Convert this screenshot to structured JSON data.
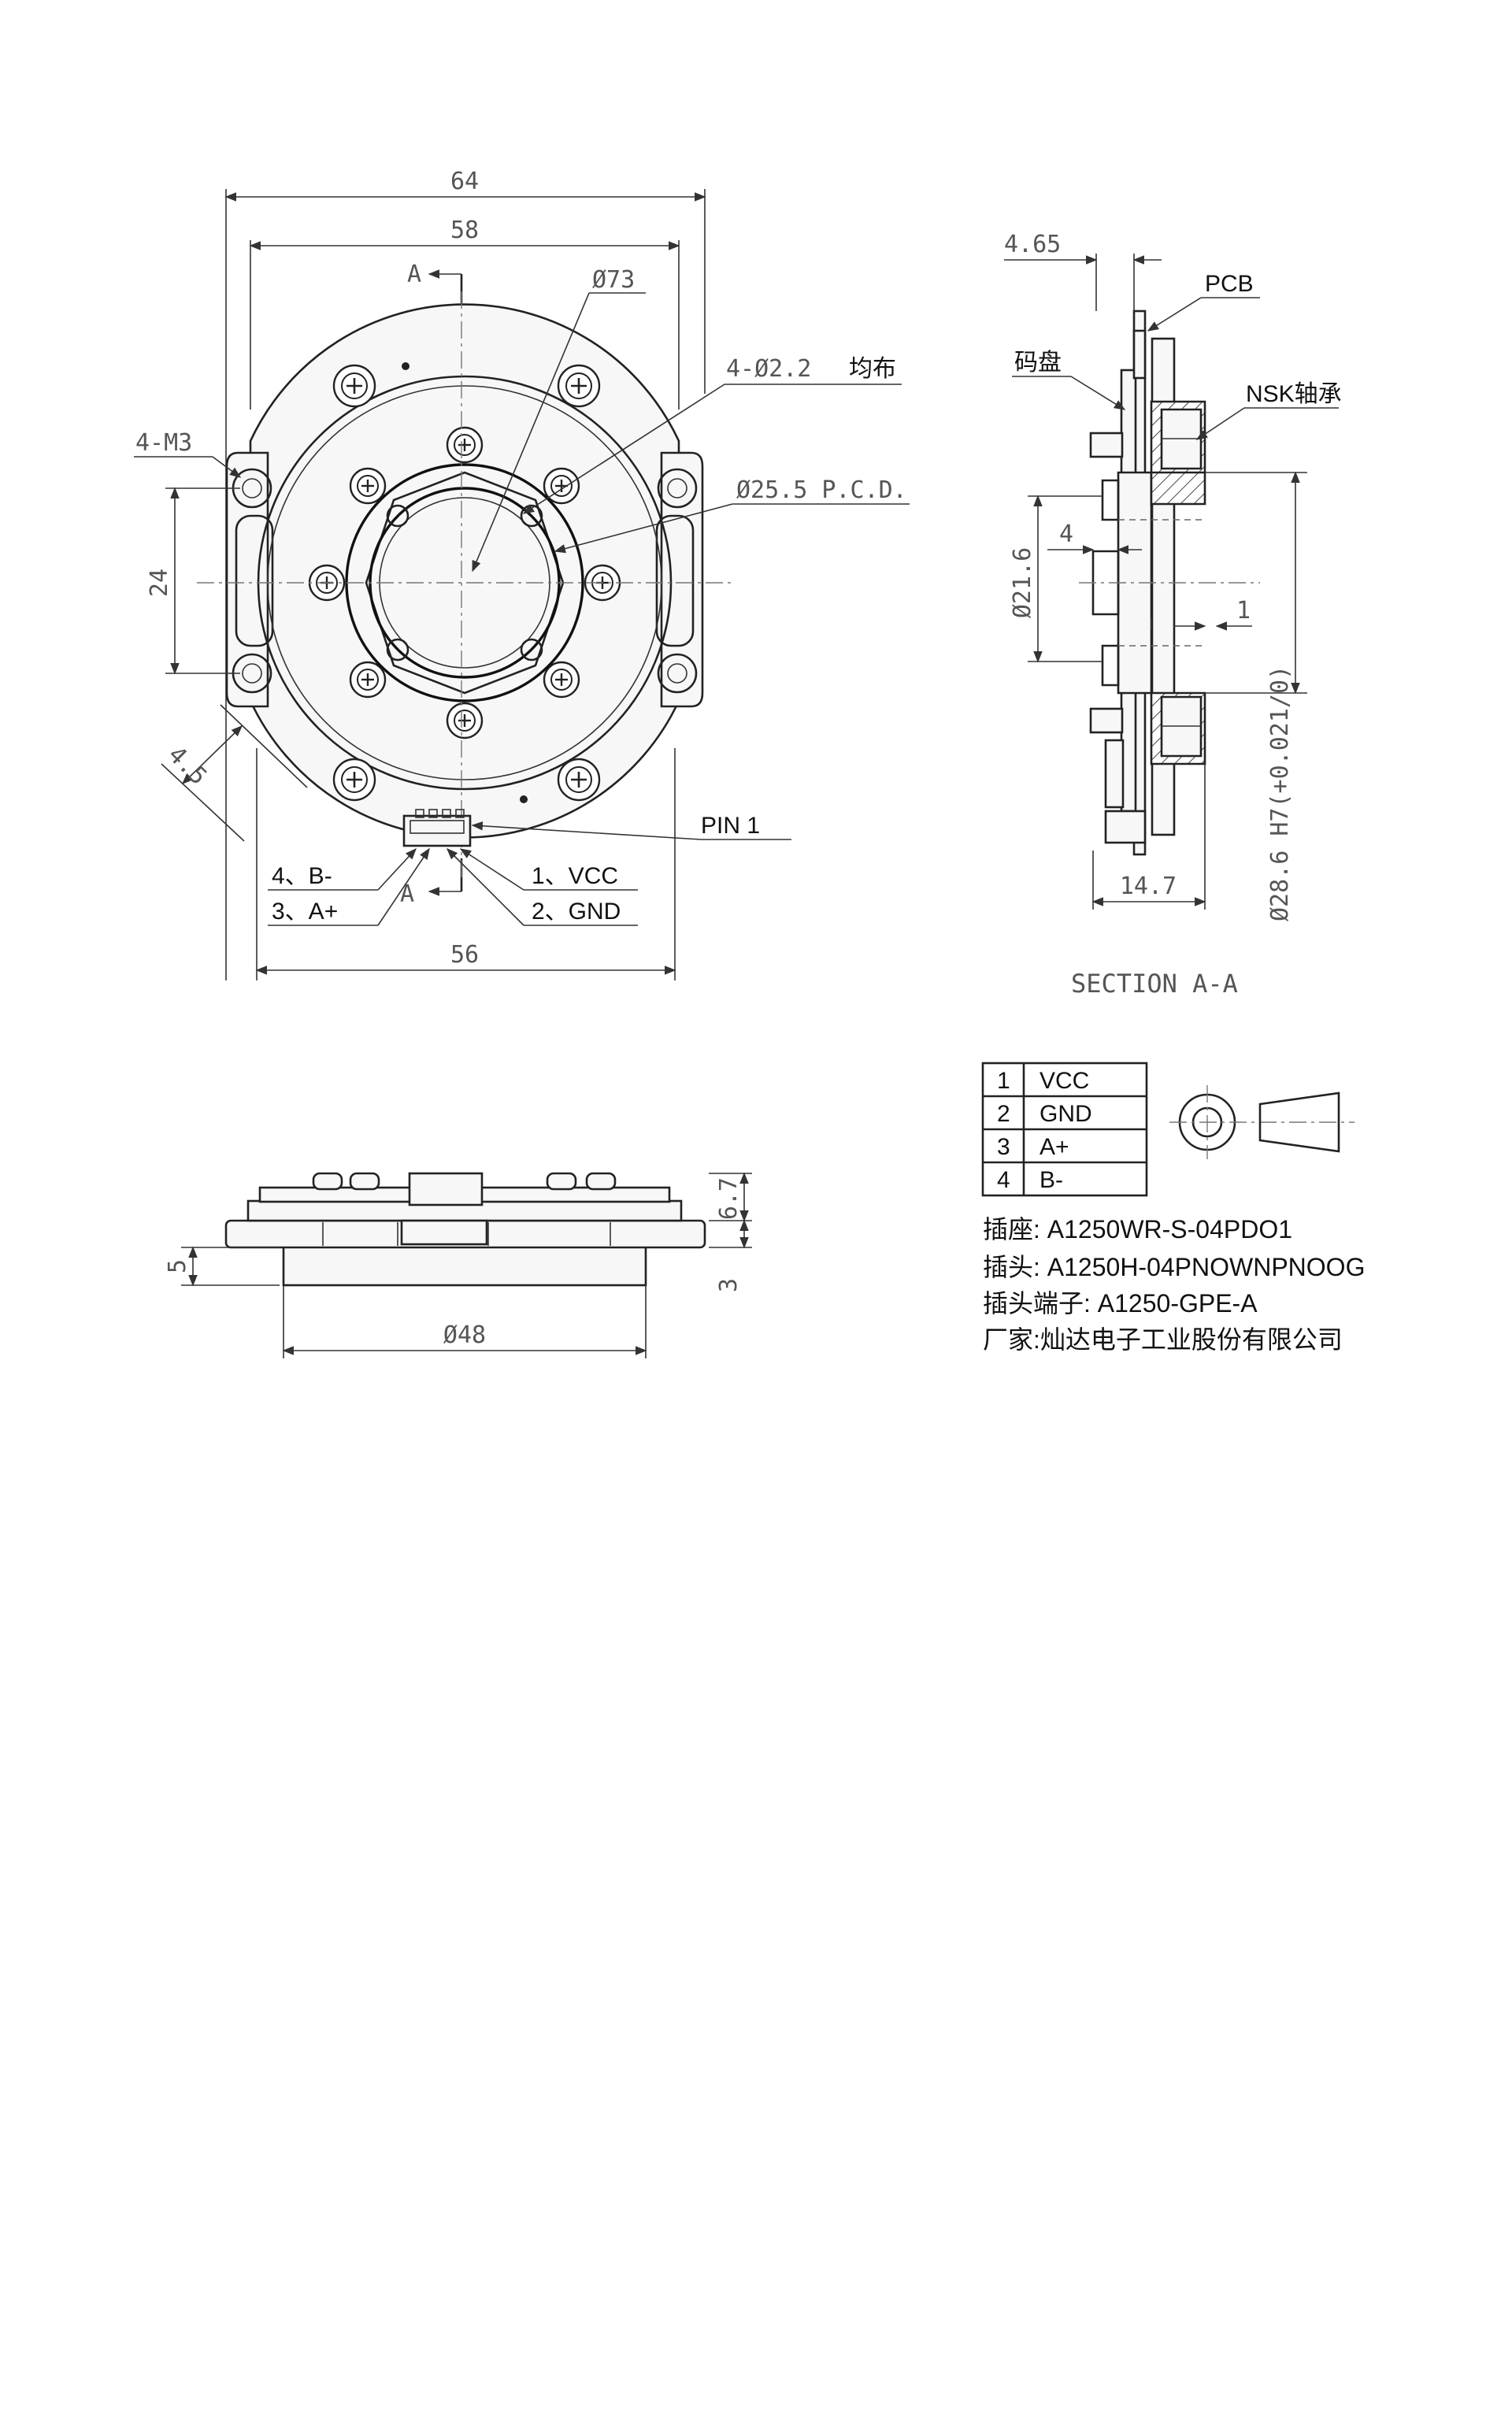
{
  "front_view": {
    "dims": {
      "overall_width": "64",
      "flange_width": "58",
      "outer_dia": "Ø73",
      "holes": "4-Ø2.2",
      "holes_note": "均布",
      "thread": "4-M3",
      "pcd": "Ø25.5 P.C.D.",
      "slot_height": "24",
      "edge": "4.5",
      "bottom_width": "56"
    },
    "section_mark_top": "A",
    "section_mark_bottom": "A",
    "pin_label": "PIN 1",
    "pins": {
      "p1": "1、VCC",
      "p2": "2、GND",
      "p3": "3、A+",
      "p4": "4、B-"
    }
  },
  "section_view": {
    "title": "SECTION A-A",
    "dims": {
      "top_offset": "4.65",
      "inner_dia": "Ø21.6",
      "step": "4",
      "gap": "1",
      "bore": "Ø28.6 H7(+0.021/0)",
      "depth": "14.7"
    },
    "labels": {
      "pcb": "PCB",
      "disc": "码盘",
      "bearing": "NSK轴承"
    }
  },
  "side_view": {
    "dims": {
      "height_total": "6.7",
      "height_base": "3",
      "boss_height": "5",
      "boss_dia": "Ø48"
    }
  },
  "pin_table": {
    "rows": [
      {
        "no": "1",
        "name": "VCC"
      },
      {
        "no": "2",
        "name": "GND"
      },
      {
        "no": "3",
        "name": "A+"
      },
      {
        "no": "4",
        "name": "B-"
      }
    ]
  },
  "specs": [
    "插座: A1250WR-S-04PDO1",
    "插头: A1250H-04PNOWNPNOOG",
    "插头端子: A1250-GPE-A",
    "厂家:灿达电子工业股份有限公司"
  ]
}
